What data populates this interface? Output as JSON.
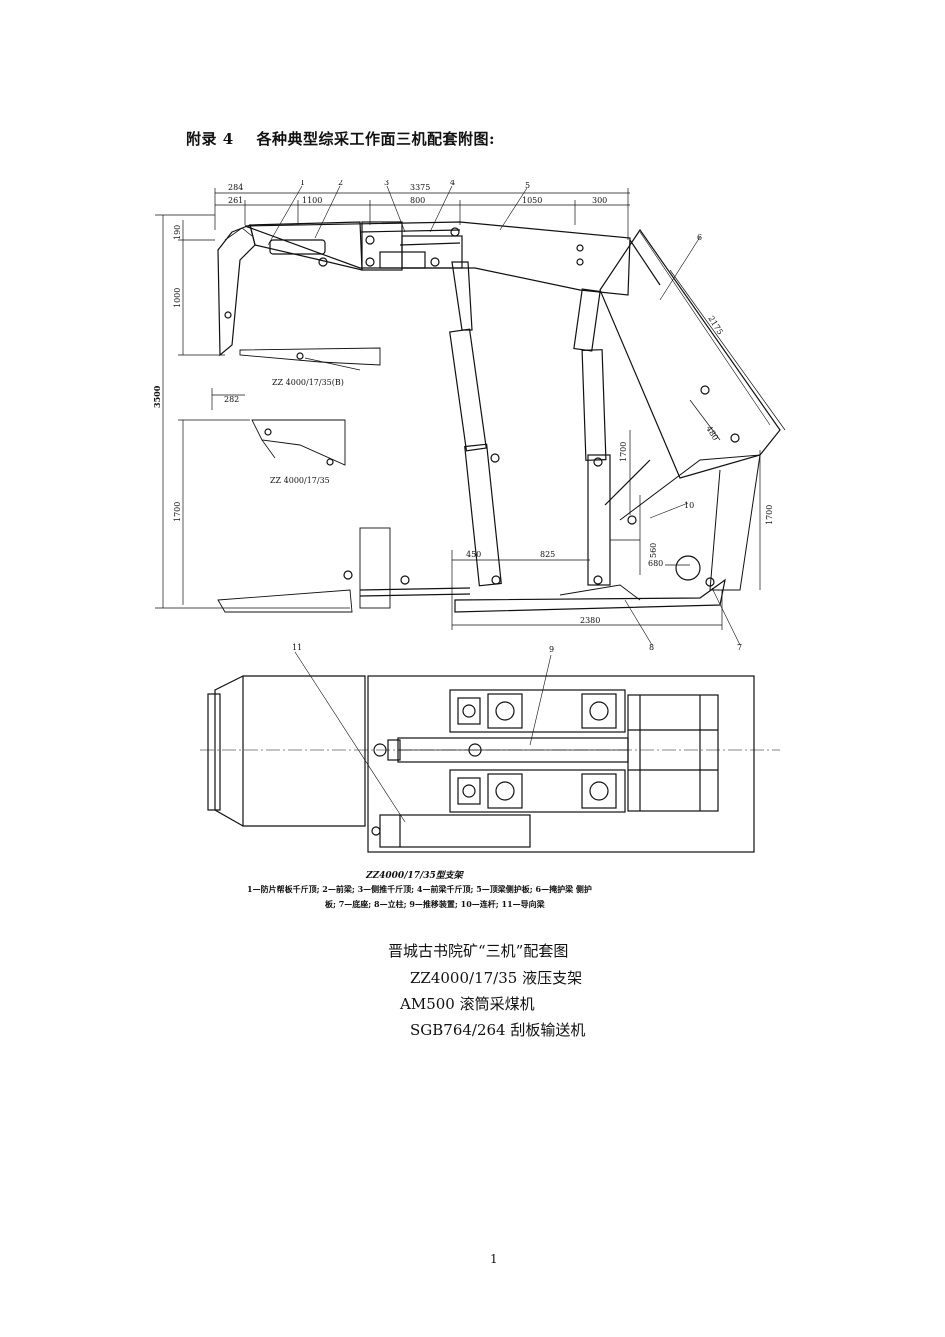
{
  "heading": "附录 4    各种典型综采工作面三机配套附图:",
  "drawing": {
    "dims": {
      "d284": "284",
      "d261": "261",
      "d1100": "1100",
      "d3375": "3375",
      "d800": "800",
      "d1050": "1050",
      "d300": "300",
      "d190": "190",
      "d1000": "1000",
      "d3500": "3500",
      "d282": "282",
      "d1700a": "1700",
      "d2175": "2175",
      "d480": "480",
      "d1700b": "1700",
      "d1700c": "1700",
      "d450": "450",
      "d825": "825",
      "d560": "560",
      "d680": "680",
      "d2380": "2380"
    },
    "parts": {
      "p1": "1",
      "p2": "2",
      "p3": "3",
      "p4": "4",
      "p5": "5",
      "p6": "6",
      "p7": "7",
      "p8": "8",
      "p9": "9",
      "p10": "10",
      "p11": "11"
    },
    "variant_b": "ZZ 4000/17/35(B)",
    "variant_a": "ZZ 4000/17/35"
  },
  "figure_title": "ZZ4000/17/35型支架",
  "legend": {
    "line1": "1—防片帮板千斤顶; 2—前梁; 3—侧推千斤顶; 4—前梁千斤顶; 5—顶梁侧护板; 6—掩护梁 侧护",
    "line2": "板; 7—底座; 8—立柱; 9—推移装置; 10—连杆; 11—导向梁"
  },
  "captions": {
    "c1": "晋城古书院矿“三机”配套图",
    "c2": "ZZ4000/17/35 液压支架",
    "c3": "AM500 滚筒采煤机",
    "c4": "SGB764/264 刮板输送机"
  },
  "page_number": "1"
}
